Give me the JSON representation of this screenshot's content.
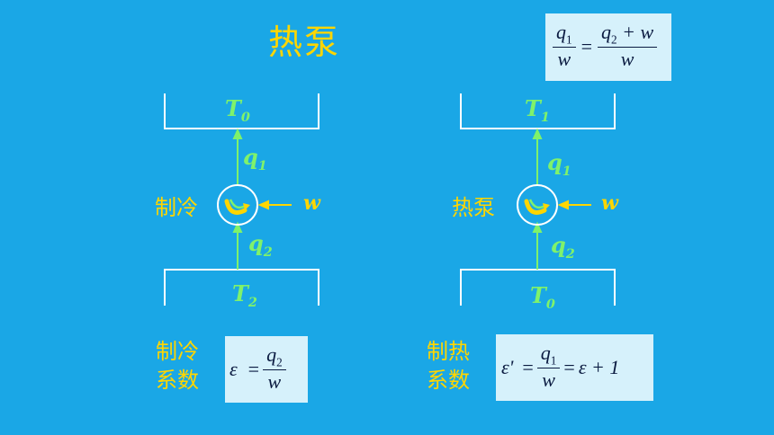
{
  "title": "热泵",
  "top_formula": {
    "lhs_num": "q",
    "lhs_num_sub": "1",
    "lhs_den": "w",
    "eq": "=",
    "rhs_num": "q",
    "rhs_num_sub": "2",
    "rhs_num_tail": " + w",
    "rhs_den": "w"
  },
  "left": {
    "top_reservoir": "T",
    "top_reservoir_sub": "0",
    "q_top": "q",
    "q_top_sub": "1",
    "device_label": "制冷",
    "work": "w",
    "q_bottom": "q",
    "q_bottom_sub": "2",
    "bottom_reservoir": "T",
    "bottom_reservoir_sub": "2",
    "coef_label_line1": "制冷",
    "coef_label_line2": "系数",
    "formula": {
      "lhs": "ε",
      "eq": "=",
      "num": "q",
      "num_sub": "2",
      "den": "w"
    }
  },
  "right": {
    "top_reservoir": "T",
    "top_reservoir_sub": "1",
    "q_top": "q",
    "q_top_sub": "1",
    "device_label": "热泵",
    "work": "w",
    "q_bottom": "q",
    "q_bottom_sub": "2",
    "bottom_reservoir": "T",
    "bottom_reservoir_sub": "0",
    "coef_label_line1": "制热",
    "coef_label_line2": "系数",
    "formula": {
      "lhs": "ε'",
      "eq1": "=",
      "num": "q",
      "num_sub": "1",
      "den": "w",
      "eq2": "=",
      "tail": "ε + 1"
    }
  },
  "colors": {
    "background": "#1aa7e6",
    "title": "#ffd600",
    "diagram": "#7ff26b",
    "reservoir_line": "#ffffff",
    "formula_box": "#d6f1fb"
  }
}
